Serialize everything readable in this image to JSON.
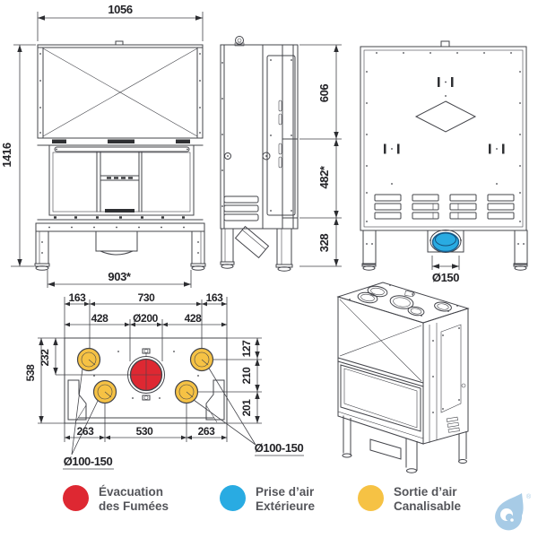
{
  "title": "Fireplace insert technical drawing with dimensions",
  "colors": {
    "smoke": "#de2832",
    "intake": "#29abe2",
    "ducted": "#f6c244",
    "logo_blue": "#a7cbe6",
    "legend_text": "#54555a",
    "line": "#43444a"
  },
  "dims": {
    "front_width": "1056",
    "front_height": "1416",
    "front_base_width": "903*",
    "height_upper": "606",
    "height_middle": "482*",
    "height_lower": "328",
    "rear_intake_diameter": "Ø150",
    "top_row1_left": "163",
    "top_row1_center": "730",
    "top_row1_right": "163",
    "top_row2_left": "428",
    "top_row2_center": "Ø200",
    "top_row2_right": "428",
    "top_side_left_inner": "232",
    "top_side_left_outer": "538",
    "top_side_right_top": "127",
    "top_side_right_mid": "210",
    "top_side_right_bottom": "201",
    "top_row3_left": "263",
    "top_row3_center": "530",
    "top_row3_right": "263",
    "top_outlets_left": "Ø100-150",
    "top_outlets_right": "Ø100-150"
  },
  "legend": {
    "items": [
      {
        "line1": "Évacuation",
        "line2": "des Fumées"
      },
      {
        "line1": "Prise d’air",
        "line2": "Extérieure"
      },
      {
        "line1": "Sortie d’air",
        "line2": "Canalisable"
      }
    ]
  },
  "logo": {
    "registered": "®"
  }
}
